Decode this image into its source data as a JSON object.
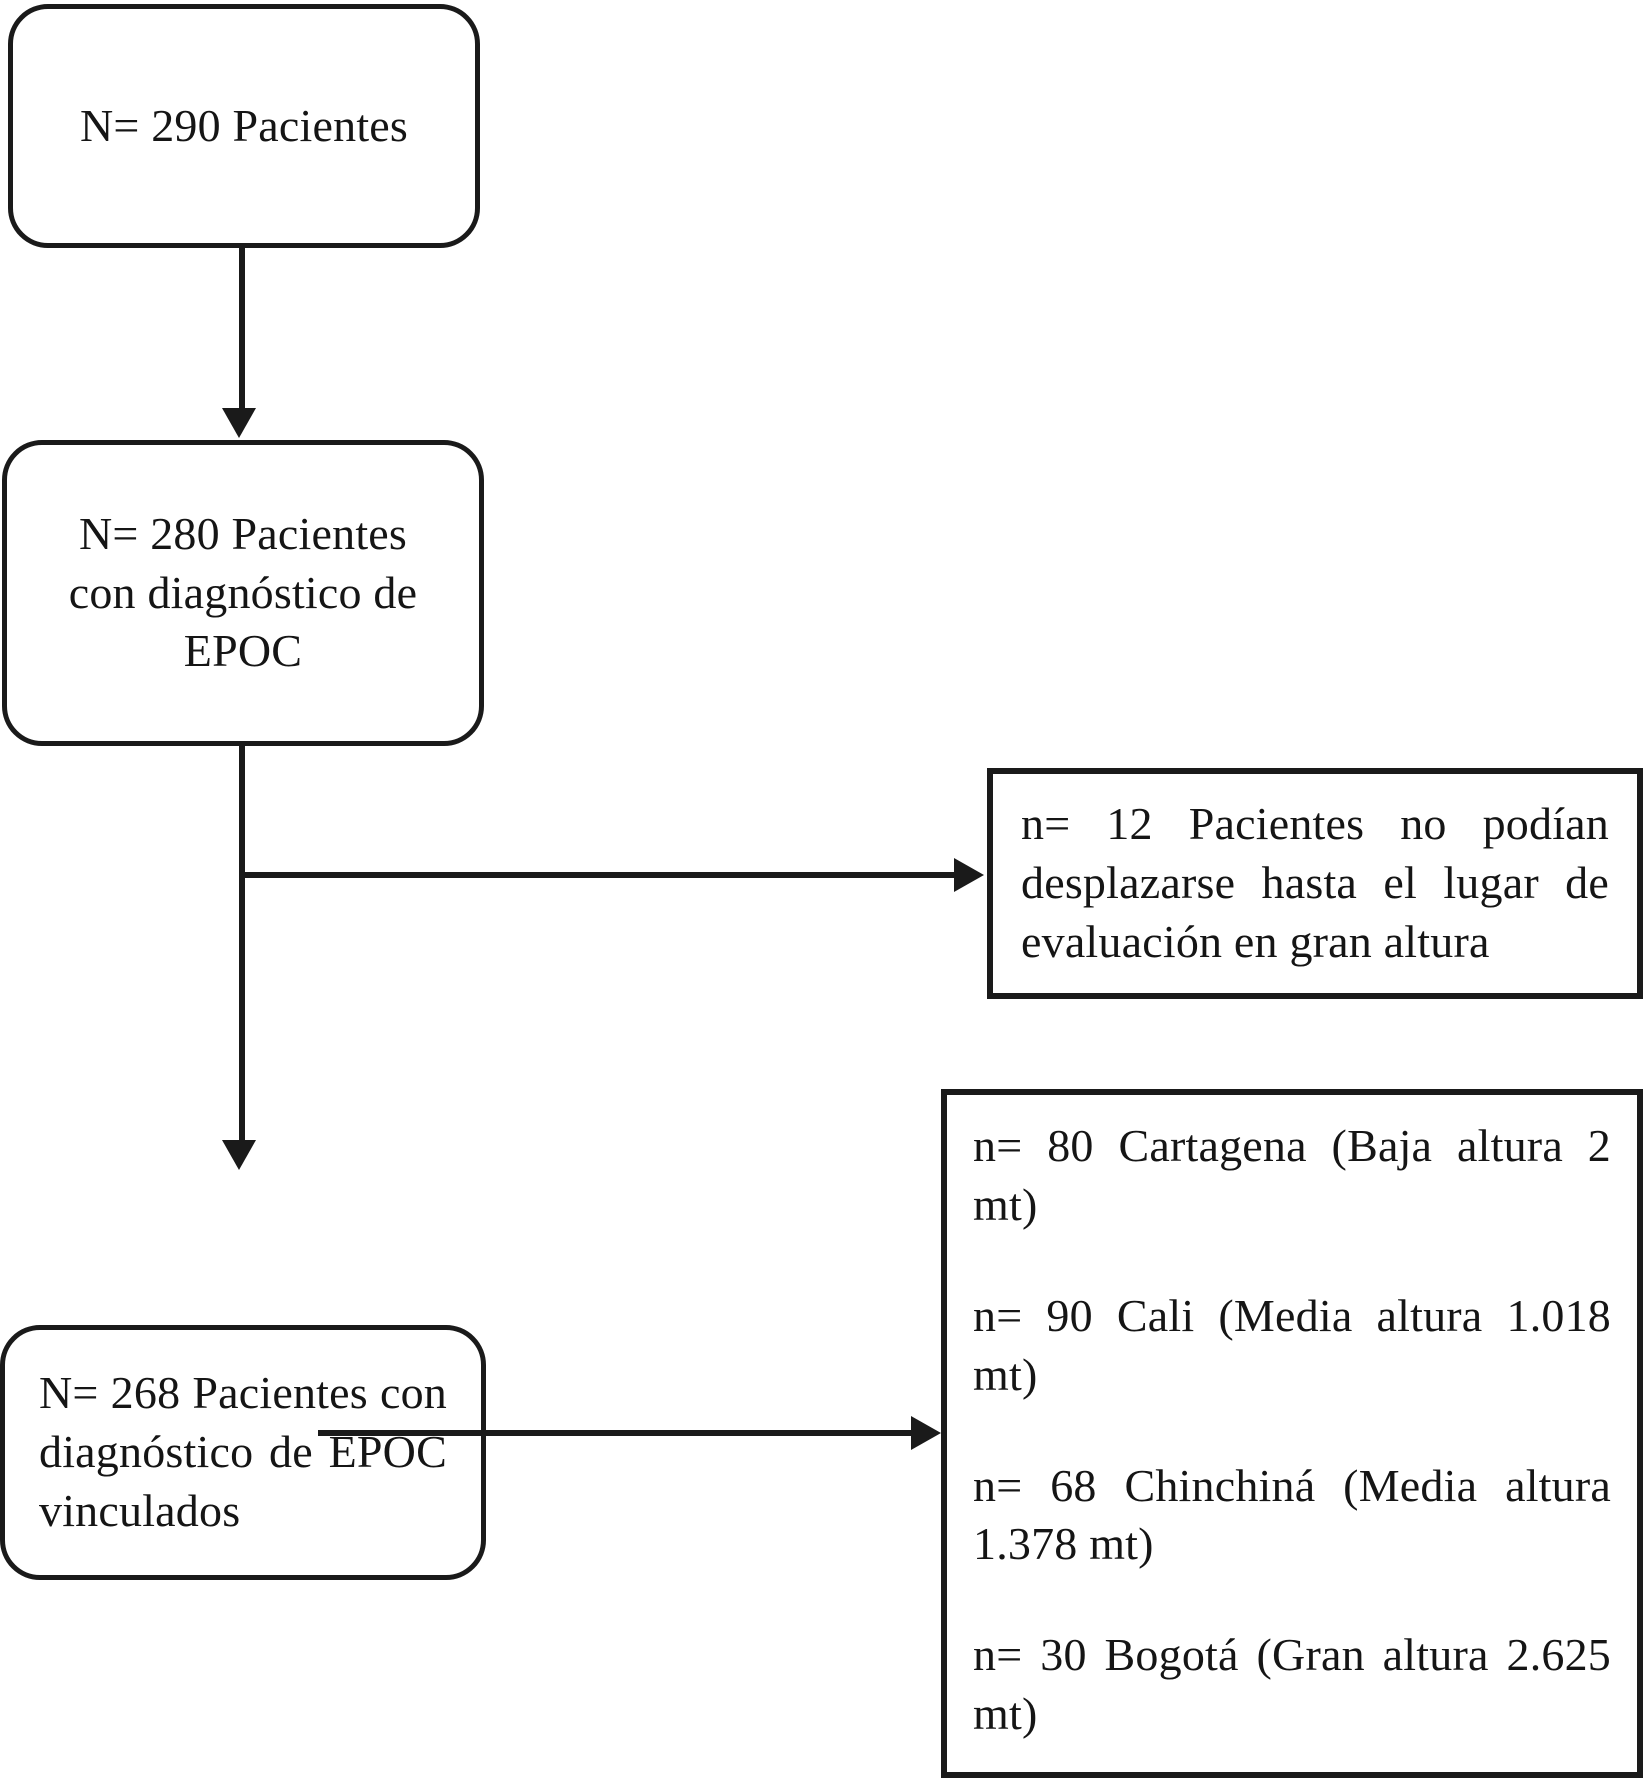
{
  "diagram": {
    "type": "flowchart",
    "title": "Diagrama de flujo de selección de pacientes",
    "colors": {
      "stroke": "#1a1a1a",
      "background": "#ffffff",
      "text": "#151515"
    },
    "nodes": {
      "inicial": {
        "shape": "rounded-rectangle",
        "text": "N= 290 Pacientes"
      },
      "diagnostico": {
        "shape": "rounded-rectangle",
        "line1": "N= 280 Pacientes",
        "line2": "con diagnóstico de",
        "line3": "EPOC"
      },
      "excluidos": {
        "shape": "rectangle",
        "text": "n= 12 Pacientes no podían desplazarse hasta el lugar de evaluación en gran altura"
      },
      "vinculados": {
        "shape": "rounded-rectangle",
        "text": "N= 268 Pacientes con diagnóstico de EPOC vinculados"
      },
      "sitios": {
        "shape": "rectangle",
        "items": [
          "n= 80 Cartagena (Baja altura 2 mt)",
          "n= 90 Cali (Media altura 1.018 mt)",
          "n= 68 Chinchiná (Media altura 1.378 mt)",
          "n= 30 Bogotá (Gran altura 2.625 mt)"
        ]
      }
    },
    "edges": [
      {
        "from": "inicial",
        "to": "diagnostico",
        "direction": "down"
      },
      {
        "from": "diagnostico",
        "to": "excluidos",
        "direction": "right"
      },
      {
        "from": "diagnostico",
        "to": "vinculados",
        "direction": "down"
      },
      {
        "from": "vinculados",
        "to": "sitios",
        "direction": "right"
      }
    ]
  }
}
